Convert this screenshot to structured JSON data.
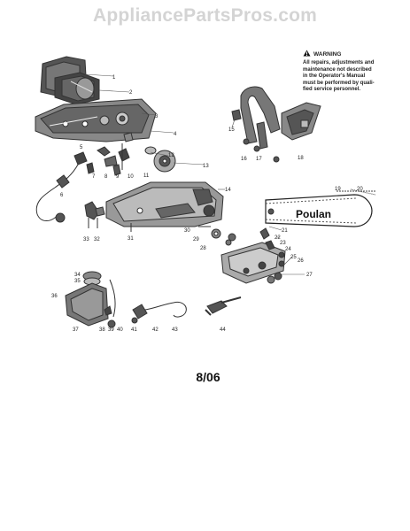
{
  "watermark": "AppliancePartsPros.com",
  "warning": {
    "title": "WARNING",
    "lines": [
      "All repairs, adjustments and",
      "maintenance not described",
      "in the Operator's Manual",
      "must be performed by quali-",
      "fied service personnel."
    ]
  },
  "bar_brand": "Poulan",
  "page_date": "8/06",
  "callouts": [
    "1",
    "2",
    "3",
    "4",
    "5",
    "6",
    "7",
    "8",
    "9",
    "10",
    "11",
    "12",
    "13",
    "14",
    "15",
    "16",
    "17",
    "18",
    "19",
    "20",
    "21",
    "22",
    "23",
    "24",
    "25",
    "26",
    "27",
    "28",
    "29",
    "30",
    "31",
    "32",
    "33",
    "34",
    "35",
    "36",
    "37",
    "38",
    "39",
    "40",
    "41",
    "42",
    "43",
    "44"
  ]
}
